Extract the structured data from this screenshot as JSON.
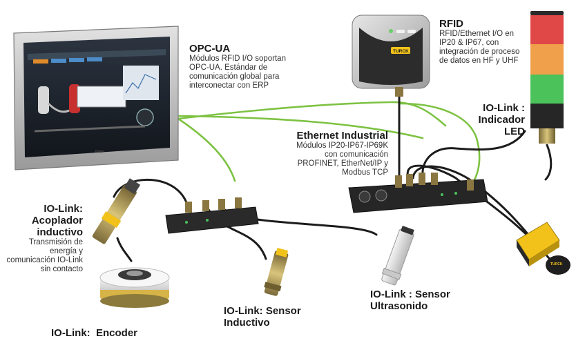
{
  "opcua": {
    "title": "OPC-UA",
    "desc": "Módulos RFID I/O soportan OPC-UA. Estándar de comunicación global para interconectar con ERP"
  },
  "rfid": {
    "title": "RFID",
    "desc": "RFID/Ethernet I/O en IP20 & IP67, con integración de proceso de datos en HF y UHF"
  },
  "led": {
    "title": "IO-Link : Indicador LED"
  },
  "ethernet": {
    "title": "Ethernet Industrial",
    "desc": "Módulos IP20-IP67-IP69K con comunicación PROFINET, EtherNet/IP y Modbus TCP"
  },
  "coupler": {
    "title": "IO-Link: Acoplador inductivo",
    "desc": "Transmisión de energía y comunicación IO-Link sin contacto"
  },
  "inductive": {
    "title": "IO-Link: Sensor Inductivo"
  },
  "ultrasonic": {
    "title": "IO-Link : Sensor Ultrasonido"
  },
  "encoder": {
    "title": "IO-Link:  Encoder"
  },
  "hmi_brand": "Beijer",
  "brand_logo": "TURCK",
  "colors": {
    "cable_green": "#7dc242",
    "cable_black": "#1c1c1c",
    "device_yellow": "#f2c21a",
    "led_red": "#e04848",
    "led_orange": "#f0a04a",
    "led_green": "#4bc25a"
  }
}
